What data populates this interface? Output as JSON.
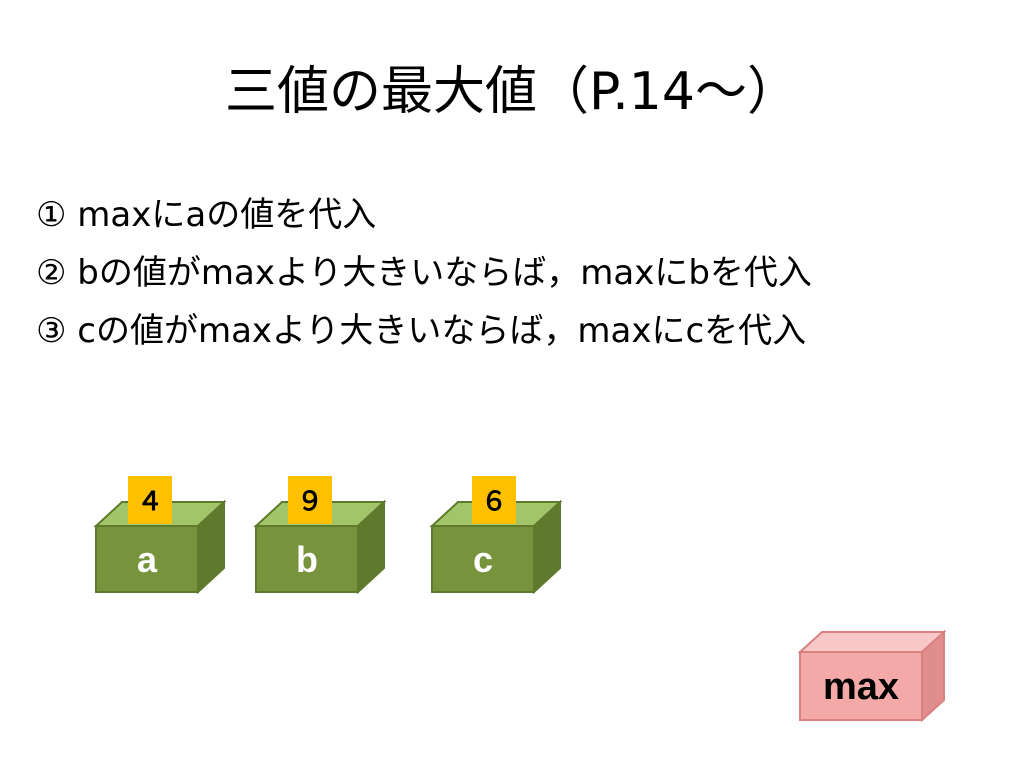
{
  "slide": {
    "title": "三値の最大値（P.14〜）",
    "steps": [
      "① maxにaの値を代入",
      "② bの値がmaxより大きいならば，maxにbを代入",
      "③ cの値がmaxより大きいならば，maxにcを代入"
    ]
  },
  "boxes": [
    {
      "label": "a",
      "value": "４"
    },
    {
      "label": "b",
      "value": "９"
    },
    {
      "label": "c",
      "value": "６"
    }
  ],
  "max_box": {
    "label": "max"
  },
  "colors": {
    "box_front": "#77933c",
    "box_top": "#a3c56a",
    "box_side": "#5f7a2c",
    "value_tag": "#ffc000",
    "max_front": "#f4a9a9",
    "max_top": "#f8c8c8",
    "max_side": "#e08d8d"
  }
}
